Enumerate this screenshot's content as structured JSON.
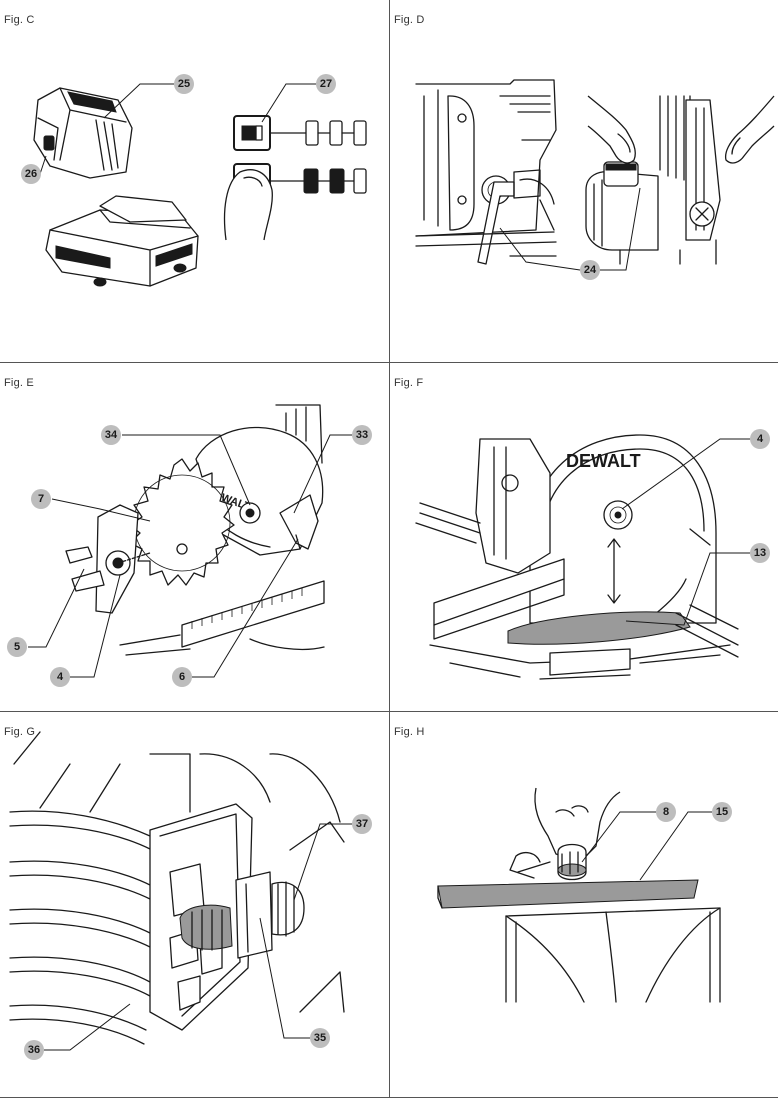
{
  "figures": [
    {
      "id": "C",
      "label": "Fig. C",
      "callouts": [
        "25",
        "26",
        "27"
      ]
    },
    {
      "id": "D",
      "label": "Fig. D",
      "callouts": [
        "24"
      ]
    },
    {
      "id": "E",
      "label": "Fig. E",
      "callouts": [
        "34",
        "33",
        "7",
        "5",
        "4",
        "6"
      ],
      "brand": "DEWALT"
    },
    {
      "id": "F",
      "label": "Fig. F",
      "callouts": [
        "4",
        "13"
      ],
      "brand": "DEWALT"
    },
    {
      "id": "G",
      "label": "Fig. G",
      "callouts": [
        "37",
        "36",
        "35"
      ]
    },
    {
      "id": "H",
      "label": "Fig. H",
      "callouts": [
        "8",
        "15"
      ]
    }
  ]
}
